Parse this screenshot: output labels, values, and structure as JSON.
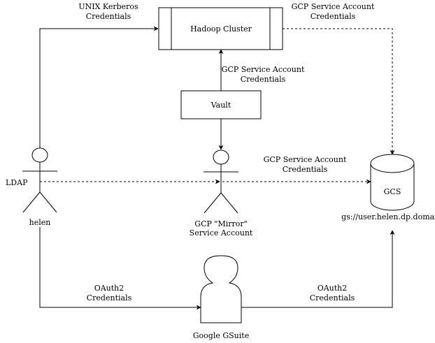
{
  "nodes": {
    "hadoop": "Hadoop Cluster",
    "vault": "Vault",
    "gcs": "GCS",
    "gcs_path": "gs://user.helen.dp.domain",
    "helen": "helen",
    "ldap": "LDAP",
    "mirror": [
      "GCP \"Mirror\"",
      "Service Account"
    ],
    "gsuite": "Google GSuite"
  },
  "edges": {
    "unix_kerberos": [
      "UNIX Kerberos",
      "Credentials"
    ],
    "gcp_sa_top": [
      "GCP Service Account",
      "Credentials"
    ],
    "gcp_sa_vault": [
      "GCP Service Account",
      "Credentials"
    ],
    "gcp_sa_mirror": [
      "GCP Service Account",
      "Credentials"
    ],
    "oauth_left": [
      "OAuth2",
      "Credentials"
    ],
    "oauth_right": [
      "OAuth2",
      "Credentials"
    ]
  },
  "colors": {
    "line": "#000000",
    "fill": "#ffffff"
  }
}
